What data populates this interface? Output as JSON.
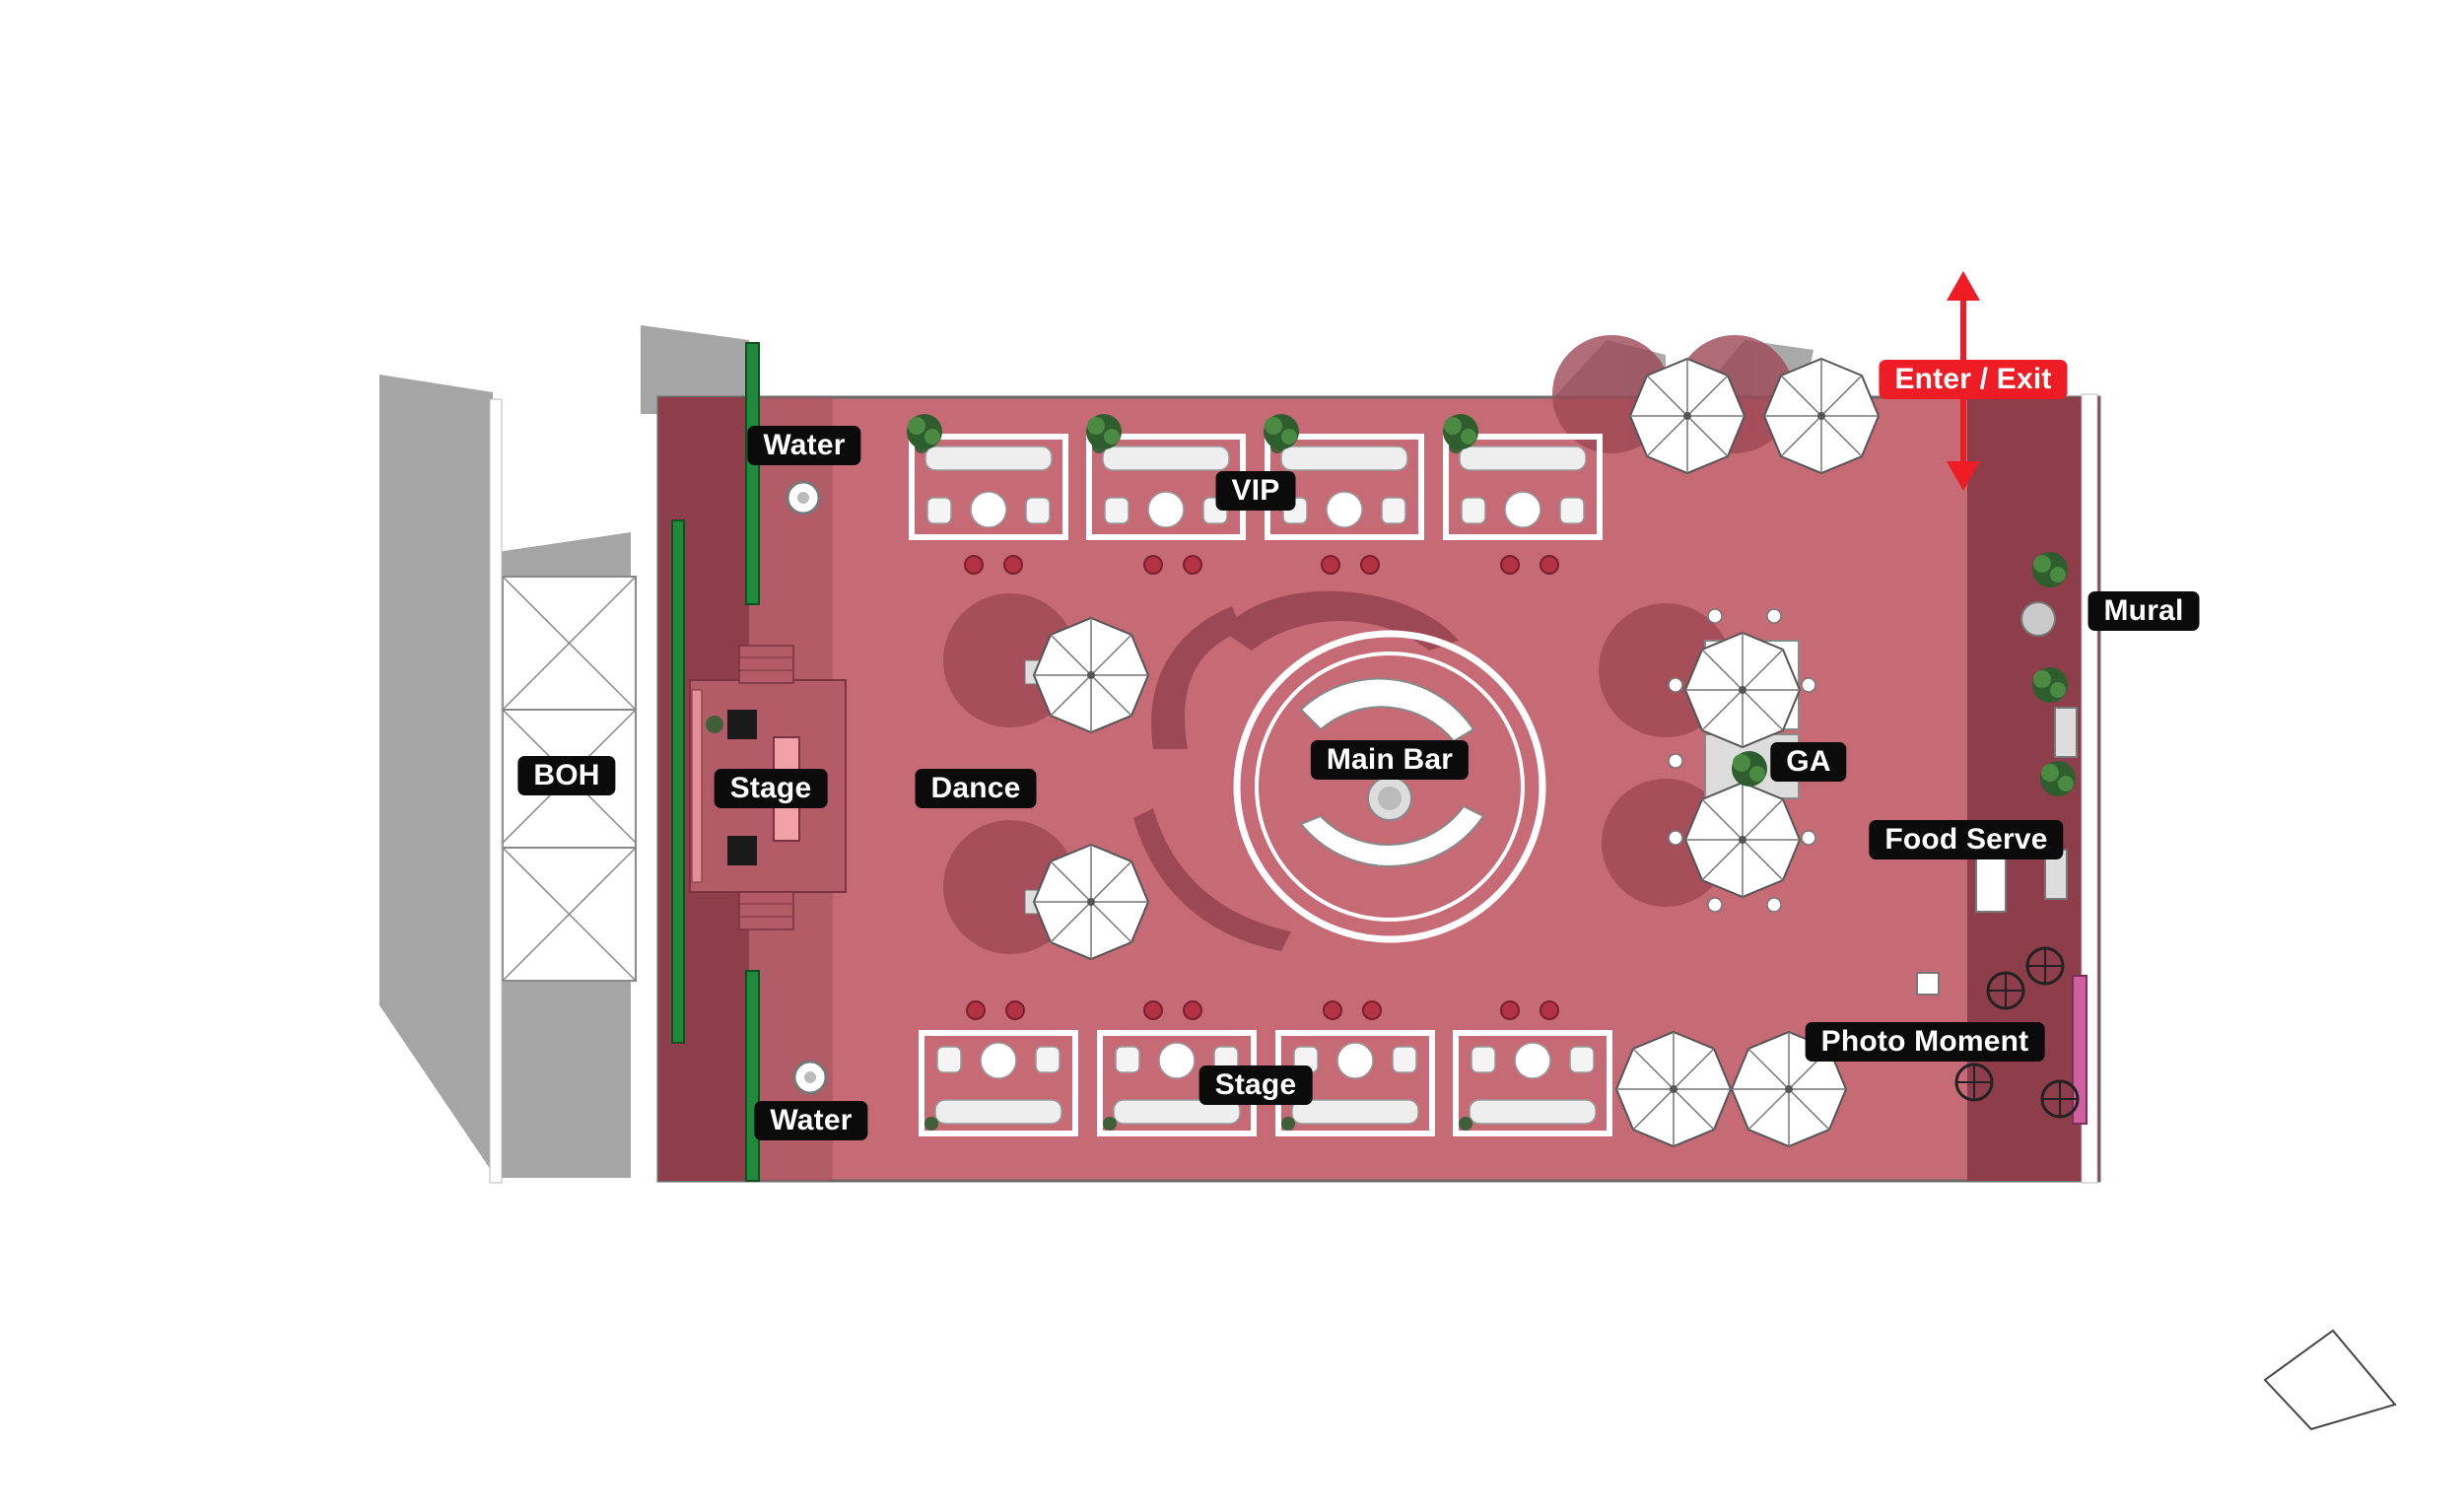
{
  "colors": {
    "floor": "#c66b76",
    "floor_dark": "#8e3d4a",
    "wall_shadow": "#9b9b9b",
    "hedge": "#1f8a3b",
    "label_bg": "#0b0b0b",
    "entry_accent": "#ee1c24"
  },
  "labels": {
    "water_top": "Water",
    "vip": "VIP",
    "mural": "Mural",
    "boh": "BOH",
    "stage_left": "Stage",
    "dance": "Dance",
    "main_bar": "Main Bar",
    "ga": "GA",
    "food_serve": "Food Serve",
    "photo_moment": "Photo Moment",
    "stage_bottom": "Stage",
    "water_bottom": "Water",
    "enter_exit": "Enter / Exit"
  },
  "icons": {
    "entry_arrow": "double-headed-arrow-icon",
    "umbrella": "umbrella-icon",
    "tree": "tree-icon",
    "north": "north-arrow-icon"
  }
}
